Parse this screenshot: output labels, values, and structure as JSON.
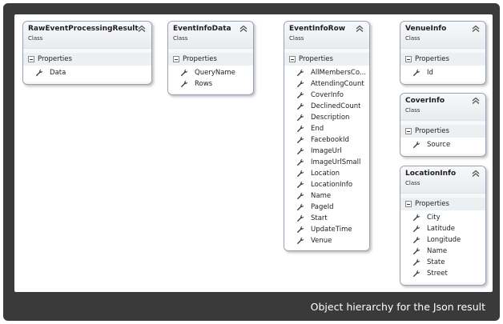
{
  "caption": "Object hierarchy for the Json result",
  "classes": [
    {
      "name": "RawEventProcessingResult",
      "kind": "Class",
      "section": "Properties",
      "properties": [
        "Data"
      ]
    },
    {
      "name": "EventInfoData",
      "kind": "Class",
      "section": "Properties",
      "properties": [
        "QueryName",
        "Rows"
      ]
    },
    {
      "name": "EventInfoRow",
      "kind": "Class",
      "section": "Properties",
      "properties": [
        "AllMembersCo...",
        "AttendingCount",
        "CoverInfo",
        "DeclinedCount",
        "Description",
        "End",
        "FacebookId",
        "ImageUrl",
        "ImageUrlSmall",
        "Location",
        "LocationInfo",
        "Name",
        "PageId",
        "Start",
        "UpdateTime",
        "Venue"
      ]
    },
    {
      "name": "VenueInfo",
      "kind": "Class",
      "section": "Properties",
      "properties": [
        "Id"
      ]
    },
    {
      "name": "CoverInfo",
      "kind": "Class",
      "section": "Properties",
      "properties": [
        "Source"
      ]
    },
    {
      "name": "LocationInfo",
      "kind": "Class",
      "section": "Properties",
      "properties": [
        "City",
        "Latitude",
        "Longitude",
        "Name",
        "State",
        "Street"
      ]
    }
  ]
}
